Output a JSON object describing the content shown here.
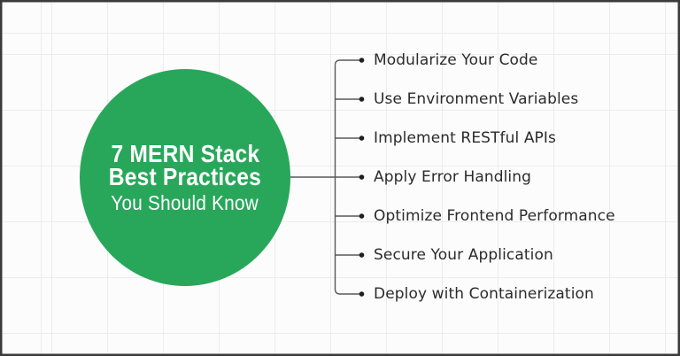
{
  "diagram": {
    "type": "mindmap",
    "center": {
      "title_line1": "7 MERN Stack",
      "title_line2": "Best Practices",
      "subtitle": "You Should Know"
    },
    "items": [
      {
        "label": "Modularize Your Code"
      },
      {
        "label": "Use Environment Variables"
      },
      {
        "label": "Implement RESTful APIs"
      },
      {
        "label": "Apply Error Handling"
      },
      {
        "label": "Optimize Frontend Performance"
      },
      {
        "label": "Secure Your Application"
      },
      {
        "label": "Deploy with Containerization"
      }
    ],
    "colors": {
      "circle_green": "#28A75A",
      "connector_gray": "#58585a",
      "dot_black": "#1f1f1f",
      "text_dark": "#2b2b2b",
      "background": "#fcfcfc",
      "grid_line": "#ececec",
      "frame_border": "#3a3a3a"
    }
  }
}
